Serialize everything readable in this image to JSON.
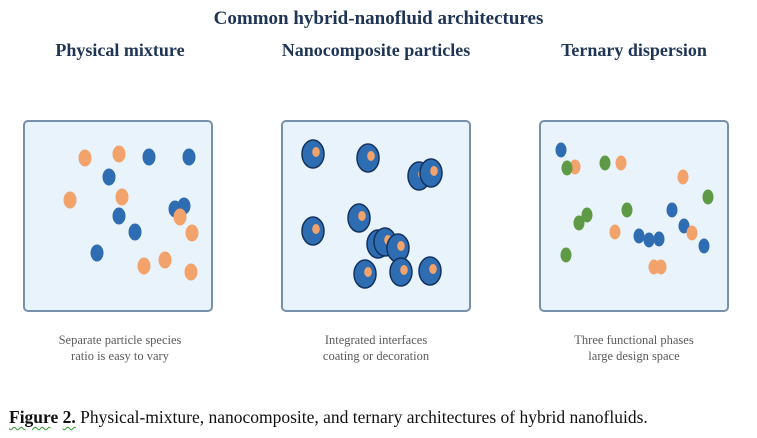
{
  "title": "Common hybrid-nanofluid architectures",
  "panels": [
    {
      "title": "Physical mixture",
      "desc_line1": "Separate particle species",
      "desc_line2": "ratio is easy to vary"
    },
    {
      "title": "Nanocomposite particles",
      "desc_line1": "Integrated interfaces",
      "desc_line2": "coating or decoration"
    },
    {
      "title": "Ternary dispersion",
      "desc_line1": "Three functional phases",
      "desc_line2": "large design space"
    }
  ],
  "caption": {
    "label_a": "Figur",
    "label_b": "e",
    "label_c": "2.",
    "text": " Physical-mixture, nanocomposite, and ternary architectures of hybrid nanofluids."
  },
  "colors": {
    "blue_particle": "#2f6db3",
    "orange_particle": "#f2a36b",
    "green_particle": "#5e9a45",
    "panel_fill": "#e9f3fb",
    "panel_border": "#7891ab"
  }
}
